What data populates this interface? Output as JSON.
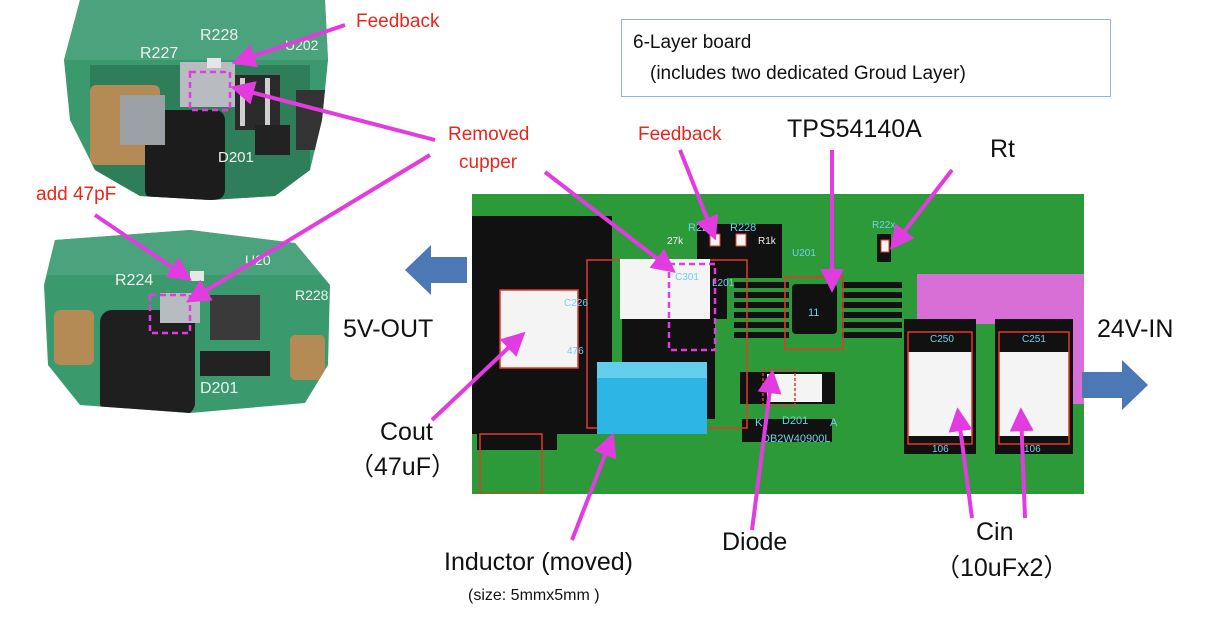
{
  "note_box": {
    "line1": "6-Layer board",
    "line2": "(includes two dedicated Groud Layer)"
  },
  "labels": {
    "feedback_top": "Feedback",
    "removed_cupper_line1": "Removed",
    "removed_cupper_line2": "cupper",
    "feedback_mid": "Feedback",
    "add_cap": "add 47pF",
    "ic_name": "TPS54140A",
    "rt": "Rt",
    "output": "5V-OUT",
    "input": "24V-IN",
    "cout_line1": "Cout",
    "cout_line2": "（47uF）",
    "inductor_line1": "Inductor (moved)",
    "inductor_line2": "(size: 5mmx5mm )",
    "diode": "Diode",
    "cin_line1": "Cin",
    "cin_line2": "（10uFx2）"
  },
  "photo_silkscreen": {
    "top": [
      "R227",
      "R228",
      "D201",
      "U202"
    ],
    "bottom": [
      "R224",
      "R228",
      "D201",
      "U20"
    ]
  },
  "pcb_silkscreen": {
    "r227": "R227",
    "r228": "R228",
    "r_value_1": "27k",
    "r_value_2": "R1k",
    "c226": "C226",
    "c_out_value": "476",
    "l201": "L201",
    "c301": "C301",
    "u201": "U201",
    "d201": "D201",
    "d_part": "DB2W40900L",
    "d_k": "K",
    "d_a": "A",
    "c250": "C250",
    "c251": "C251",
    "c_in_value": "106",
    "ic_mark": "11",
    "r22x": "R22x"
  },
  "colors": {
    "annotation_red": "#e8261c",
    "arrow_magenta": "#e23be0",
    "pcb_green": "#2d9a3a",
    "copper_black": "#111111",
    "pad_red": "#e23b2a",
    "inductor_blue": "#2db5e6",
    "pink_pour": "#d86fd6",
    "flow_arrow": "#4c78b5",
    "box_border": "#8fb4e3"
  }
}
